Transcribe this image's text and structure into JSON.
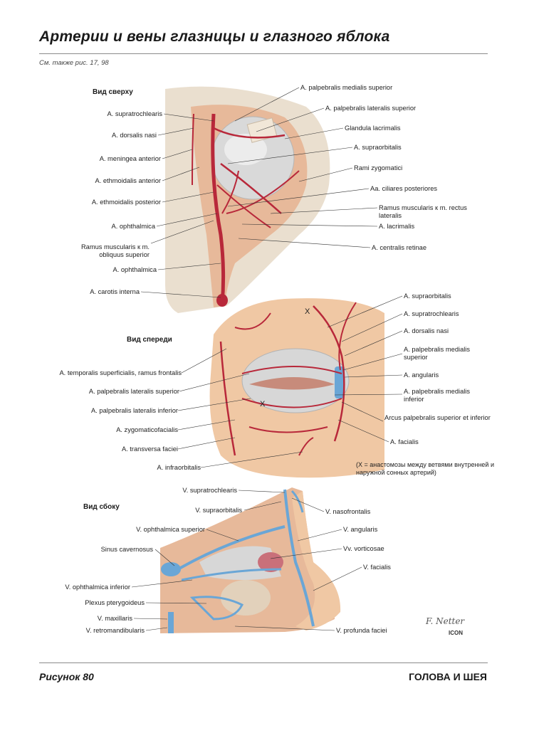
{
  "page": {
    "title": "Артерии и вены глазницы и глазного яблока",
    "see_also": "См. также рис. 17, 98",
    "figure_label": "Рисунок 80",
    "section": "ГОЛОВА И ШЕЯ"
  },
  "views": {
    "top": {
      "title": "Вид сверху",
      "labels_left": [
        "A. supratrochlearis",
        "A. dorsalis nasi",
        "A. meningea anterior",
        "A. ethmoidalis anterior",
        "A. ethmoidalis posterior",
        "A. ophthalmica",
        "Ramus muscularis к m. obliquus superior",
        "A. ophthalmica",
        "A. carotis interna"
      ],
      "labels_right": [
        "A. palpebralis medialis superior",
        "A. palpebralis lateralis superior",
        "Glandula lacrimalis",
        "A. supraorbitalis",
        "Rami zygomatici",
        "Aa. ciliares posteriores",
        "Ramus muscularis к m. rectus lateralis",
        "A. lacrimalis",
        "A. centralis retinae"
      ]
    },
    "front": {
      "title": "Вид спереди",
      "labels_left": [
        "A. temporalis superficialis, ramus frontalis",
        "A. palpebralis lateralis superior",
        "A. palpebralis lateralis inferior",
        "A. zygomaticofacialis",
        "A. transversa faciei",
        "A. infraorbitalis"
      ],
      "labels_right": [
        "A. supraorbitalis",
        "A. supratrochlearis",
        "A. dorsalis nasi",
        "A. palpebralis medialis superior",
        "A. angularis",
        "A. palpebralis medialis inferior",
        "Arcus palpebralis superior et inferior",
        "A. facialis"
      ],
      "marker": "X",
      "note": "(X = анастомозы между ветвями внутренней и наружной сонных артерий)"
    },
    "side": {
      "title": "Вид сбоку",
      "labels_left": [
        "V. supratrochlearis",
        "V. supraorbitalis",
        "V. ophthalmica superior",
        "Sinus cavernosus",
        "V. ophthalmica inferior",
        "Plexus pterygoideus",
        "V. maxillaris",
        "V. retromandibularis"
      ],
      "labels_right": [
        "V. nasofrontalis",
        "V. angularis",
        "Vv. vorticosae",
        "V. facialis",
        "V. profunda faciei"
      ]
    }
  },
  "colors": {
    "artery": "#b8283a",
    "vein": "#6aa6d6",
    "tissue": "#e9c7a6",
    "bone": "#eadfcf",
    "globe": "#d9d9d9",
    "skin": "#f0c8a4"
  },
  "signature": "F. Netter",
  "logo": "ICON"
}
